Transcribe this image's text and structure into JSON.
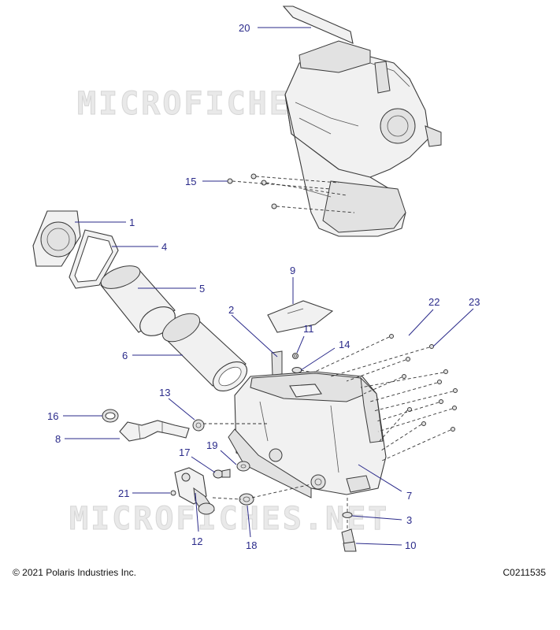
{
  "watermark": "MICROFICHES.NET",
  "copyright": "© 2021 Polaris Industries Inc.",
  "diagram_code": "C0211535",
  "callouts": {
    "c1": "1",
    "c2": "2",
    "c3": "3",
    "c4": "4",
    "c5": "5",
    "c6": "6",
    "c7": "7",
    "c8": "8",
    "c9": "9",
    "c10": "10",
    "c11": "11",
    "c12": "12",
    "c13": "13",
    "c14": "14",
    "c15": "15",
    "c16": "16",
    "c17": "17",
    "c18": "18",
    "c19": "19",
    "c20": "20",
    "c21": "21",
    "c22": "22",
    "c23": "23"
  },
  "colors": {
    "callout": "#2a2a8a",
    "line": "#3a3a3a"
  }
}
